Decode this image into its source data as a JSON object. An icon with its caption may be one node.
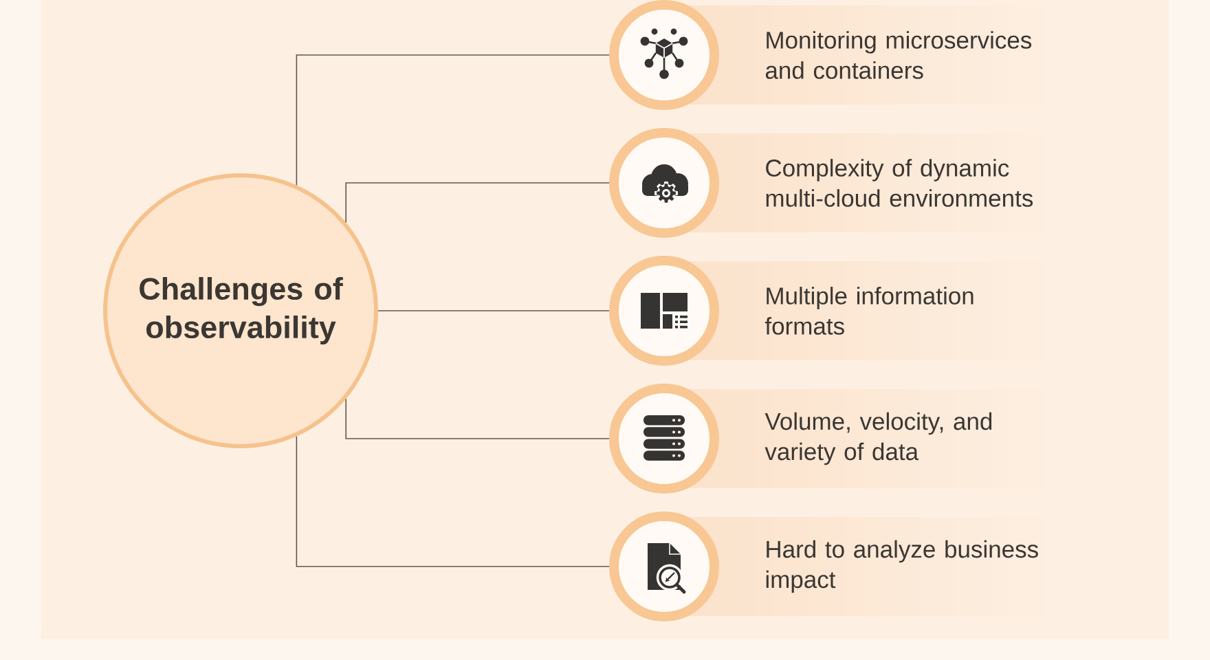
{
  "diagram": {
    "nodes": [
      {
        "text": [
          "Challenges of observability"
        ]
      },
      {
        "text": [],
        "shape": "circle",
        "beside": [
          "Monitoring microservices and containers"
        ]
      },
      {
        "text": [],
        "shape": "circle",
        "beside": [
          "Complexity of dynamic multi-cloud environments"
        ]
      },
      {
        "text": [],
        "shape": "circle",
        "beside": [
          "Multiple information formats"
        ]
      },
      {
        "text": [],
        "shape": "circle",
        "beside": [
          "Volume, velocity, and variety of data"
        ]
      },
      {
        "text": [],
        "shape": "circle",
        "beside": [
          "Hard to analyze business impact"
        ]
      }
    ],
    "edges": [
      {
        "from": 0,
        "to": 1,
        "arrow": "none"
      },
      {
        "from": 0,
        "to": 2,
        "arrow": "none"
      },
      {
        "from": 0,
        "to": 3,
        "arrow": "none"
      },
      {
        "from": 0,
        "to": 4,
        "arrow": "none"
      },
      {
        "from": 0,
        "to": 5,
        "arrow": "none"
      }
    ]
  }
}
